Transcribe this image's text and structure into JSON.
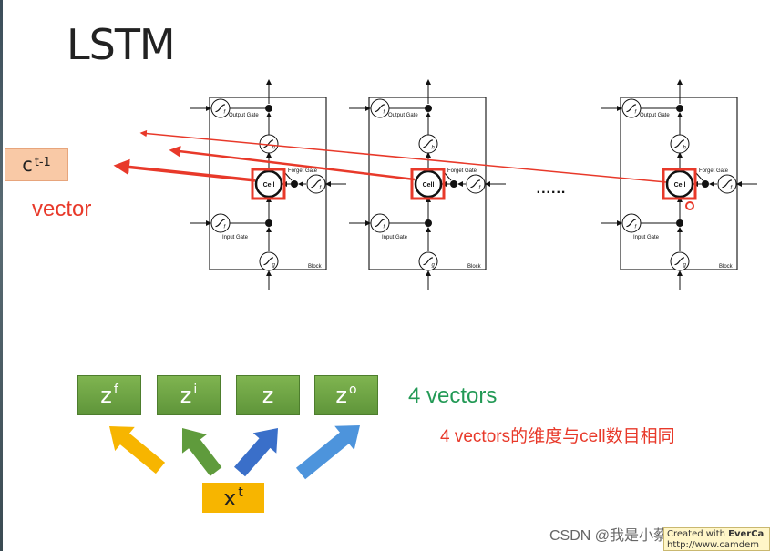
{
  "title": "LSTM",
  "cell_state": {
    "base": "c",
    "superscript": "t-1"
  },
  "vector_label": "vector",
  "blocks": {
    "output_gate": "Output Gate",
    "forget_gate": "Forget Gate",
    "input_gate": "Input Gate",
    "cell": "Cell",
    "block": "Block",
    "h_symbol": "h",
    "g_symbol": "g",
    "f_symbol": "f"
  },
  "ellipsis": "......",
  "z_vectors": [
    {
      "base": "z",
      "superscript": "f"
    },
    {
      "base": "z",
      "superscript": "i"
    },
    {
      "base": "z",
      "superscript": ""
    },
    {
      "base": "z",
      "superscript": "o"
    }
  ],
  "input": {
    "base": "x",
    "superscript": "t"
  },
  "vectors_count": "4 vectors",
  "vectors_note": "4 vectors的维度与cell数目相同",
  "watermark": "CSDN @我是小蔡呀",
  "stamp": {
    "line1_prefix": "Created with ",
    "line1_brand": "EverCa",
    "line2": "http://www.camdem"
  },
  "colors": {
    "highlight_red": "#e8392a",
    "z_green": "#6aa443",
    "arrow_yellow": "#f7b500",
    "arrow_green": "#5f9b3c",
    "arrow_blue": "#3a6fc9",
    "arrow_lightblue": "#4d94dc",
    "vectors_green": "#229955",
    "cell_state_bg": "#f9c9a6"
  }
}
